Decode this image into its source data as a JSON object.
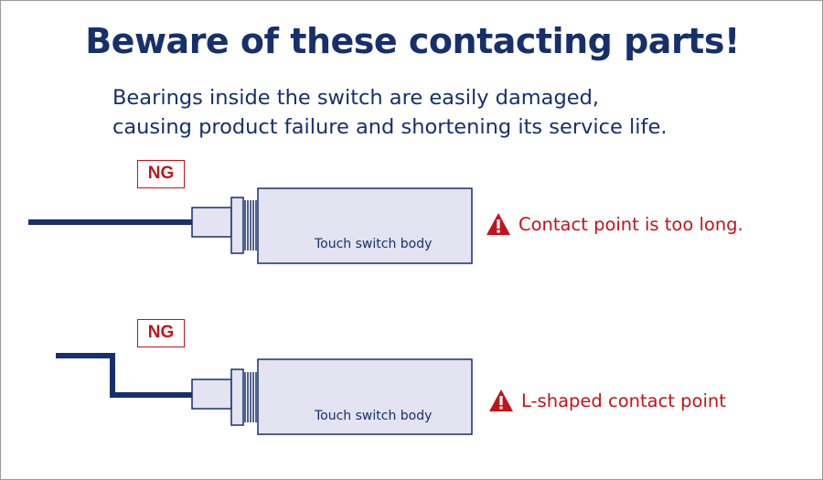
{
  "title": "Beware of these contacting parts!",
  "subtitle": {
    "line1": "Bearings inside the switch are easily damaged,",
    "line2": "causing product failure and shortening its service life."
  },
  "cases": [
    {
      "badge": "NG",
      "body_label": "Touch switch body",
      "warning_icon": "warning-triangle-icon",
      "warning_text": "Contact point is too long."
    },
    {
      "badge": "NG",
      "body_label": "Touch switch body",
      "warning_icon": "warning-triangle-icon",
      "warning_text": "L-shaped contact point"
    }
  ],
  "colors": {
    "navy": "#16306b",
    "red": "#c0141c",
    "body_fill": "#e3e3f1"
  }
}
